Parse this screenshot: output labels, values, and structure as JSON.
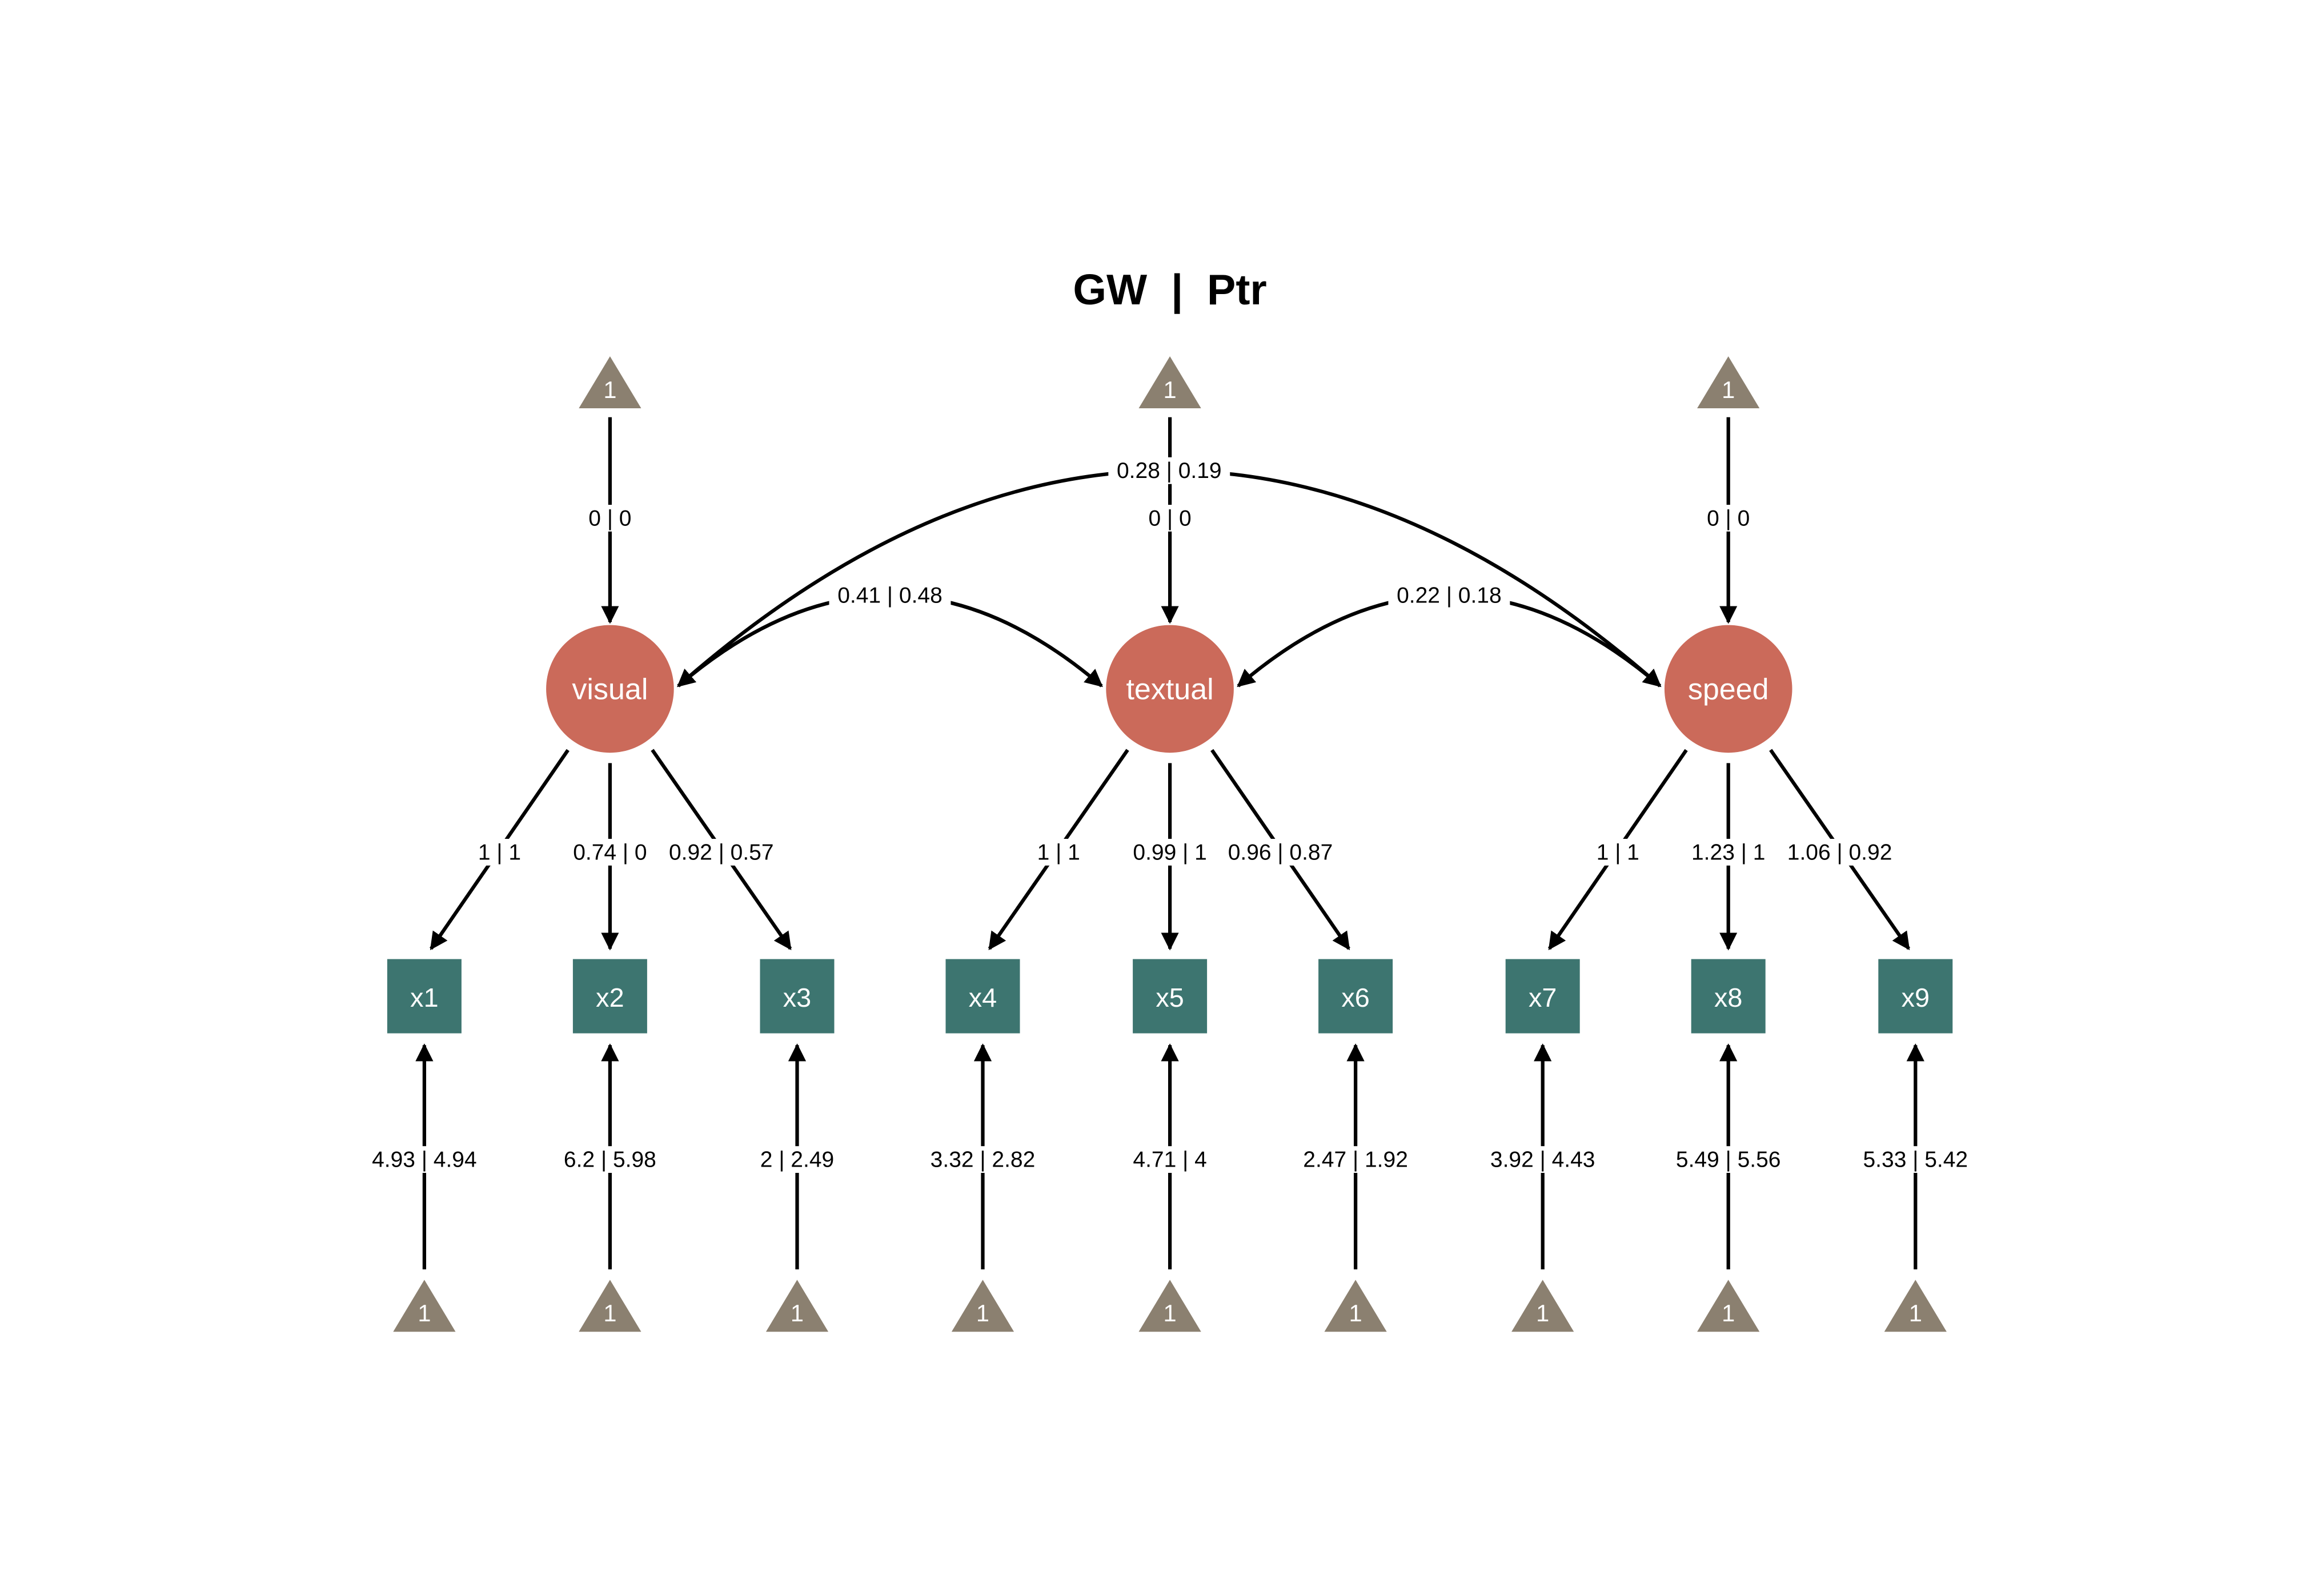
{
  "title": "GW  |  Ptr",
  "colors": {
    "latent": "#CB6A5A",
    "observed": "#3D7570",
    "intercept": "#8B8070",
    "edge": "#000000"
  },
  "triangle_label": "1",
  "latents": [
    {
      "name": "visual",
      "intercept": "0 | 0",
      "indicators": [
        0,
        1,
        2
      ]
    },
    {
      "name": "textual",
      "intercept": "0 | 0",
      "indicators": [
        3,
        4,
        5
      ]
    },
    {
      "name": "speed",
      "intercept": "0 | 0",
      "indicators": [
        6,
        7,
        8
      ]
    }
  ],
  "observed": [
    {
      "name": "x1",
      "loading": "1 | 1",
      "intercept": "4.93 | 4.94"
    },
    {
      "name": "x2",
      "loading": "0.74 | 0",
      "intercept": "6.2 | 5.98"
    },
    {
      "name": "x3",
      "loading": "0.92 | 0.57",
      "intercept": "2 | 2.49"
    },
    {
      "name": "x4",
      "loading": "1 | 1",
      "intercept": "3.32 | 2.82"
    },
    {
      "name": "x5",
      "loading": "0.99 | 1",
      "intercept": "4.71 | 4"
    },
    {
      "name": "x6",
      "loading": "0.96 | 0.87",
      "intercept": "2.47 | 1.92"
    },
    {
      "name": "x7",
      "loading": "1 | 1",
      "intercept": "3.92 | 4.43"
    },
    {
      "name": "x8",
      "loading": "1.23 | 1",
      "intercept": "5.49 | 5.56"
    },
    {
      "name": "x9",
      "loading": "1.06 | 0.92",
      "intercept": "5.33 | 5.42"
    }
  ],
  "covariances": [
    {
      "from": 0,
      "to": 1,
      "label": "0.41 | 0.48"
    },
    {
      "from": 1,
      "to": 2,
      "label": "0.22 | 0.18"
    },
    {
      "from": 0,
      "to": 2,
      "label": "0.28 | 0.19"
    }
  ]
}
